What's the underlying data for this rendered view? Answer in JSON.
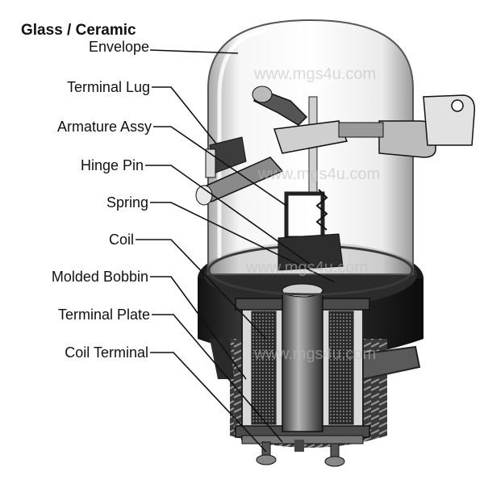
{
  "title": {
    "line1": "Glass / Ceramic",
    "line2": "Envelope"
  },
  "labels": [
    {
      "key": "terminal_lug",
      "text": "Terminal Lug"
    },
    {
      "key": "armature_assy",
      "text": "Armature Assy"
    },
    {
      "key": "hinge_pin",
      "text": "Hinge Pin"
    },
    {
      "key": "spring",
      "text": "Spring"
    },
    {
      "key": "coil",
      "text": "Coil"
    },
    {
      "key": "molded_bobbin",
      "text": "Molded Bobbin"
    },
    {
      "key": "terminal_plate",
      "text": "Terminal Plate"
    },
    {
      "key": "coil_terminal",
      "text": "Coil Terminal"
    }
  ],
  "watermark": "www.mgs4u.com",
  "colors": {
    "glass": "#e6e6e6",
    "metal_dark": "#1c1c1c",
    "metal_mid": "#6a6a6a",
    "metal_light": "#c8c8c8",
    "leader": "#111111"
  }
}
